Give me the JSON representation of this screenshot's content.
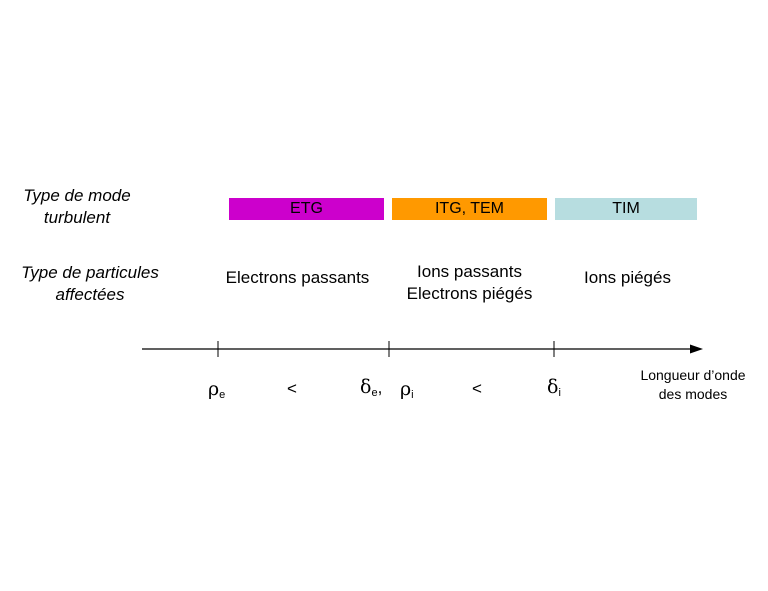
{
  "labels": {
    "mode_line1": "Type de mode",
    "mode_line2": "turbulent",
    "particles_line1": "Type de particules",
    "particles_line2": "affectées"
  },
  "modes": [
    {
      "label": "ETG",
      "color": "#cc00cc"
    },
    {
      "label": "ITG, TEM",
      "color": "#ff9900"
    },
    {
      "label": "TIM",
      "color": "#b7dde0"
    }
  ],
  "particles": {
    "first": "Electrons passants",
    "second_line1": "Ions passants",
    "second_line2": "Electrons piégés",
    "third": "Ions piégés"
  },
  "scale": {
    "rho": "ρ",
    "delta": "δ",
    "sub_e": "e",
    "sub_i": "i",
    "comma": ",",
    "less_than": "<"
  },
  "axis": {
    "title_line1": "Longueur d’onde",
    "title_line2": "des modes"
  }
}
